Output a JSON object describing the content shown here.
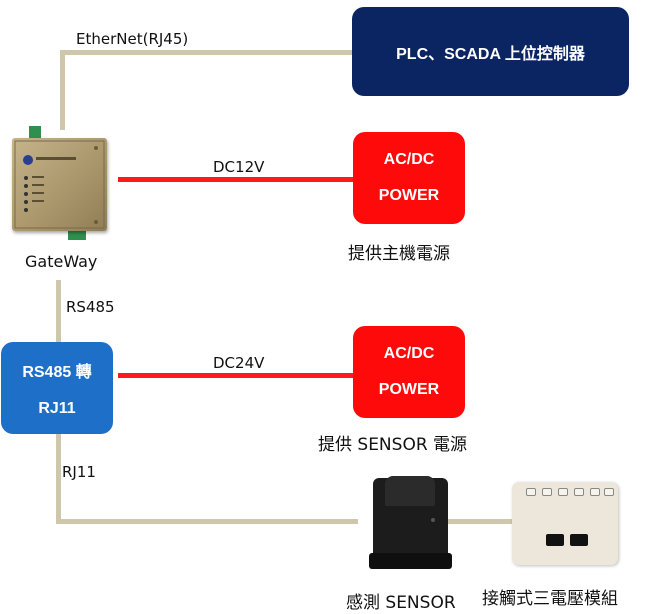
{
  "nodes": {
    "plc": "PLC、SCADA 上位控制器",
    "power1": {
      "line1": "AC/DC",
      "line2": "POWER",
      "caption": "提供主機電源"
    },
    "power2": {
      "line1": "AC/DC",
      "line2": "POWER",
      "caption": "提供 SENSOR 電源"
    },
    "gateway": {
      "caption": "GateWay"
    },
    "converter": {
      "line1": "RS485 轉",
      "line2": "RJ11"
    },
    "sensor": {
      "caption": "感測 SENSOR"
    },
    "module": {
      "caption": "接觸式三電壓模組"
    }
  },
  "edges": {
    "ethernet": "EtherNet(RJ45)",
    "dc12": "DC12V",
    "rs485": "RS485",
    "dc24": "DC24V",
    "rj11": "RJ11"
  },
  "colors": {
    "plc": "#0b2462",
    "power": "#ff0a0a",
    "converter": "#1e6fc8",
    "wire_data": "#cfc7ac",
    "wire_power": "#ff1a1a"
  }
}
